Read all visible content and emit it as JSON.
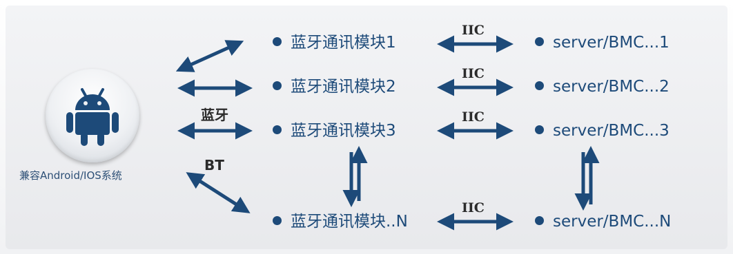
{
  "device": {
    "label": "兼容Android/IOS系统",
    "icon": "android-icon"
  },
  "link_labels": {
    "bluetooth": "蓝牙",
    "bt": "BT",
    "iic": "IIC"
  },
  "modules": [
    {
      "label": "蓝牙通讯模块1",
      "server": "server/BMC...1"
    },
    {
      "label": "蓝牙通讯模块2",
      "server": "server/BMC...2"
    },
    {
      "label": "蓝牙通讯模块3",
      "server": "server/BMC...3"
    },
    {
      "label": "蓝牙通讯模块..N",
      "server": "server/BMC...N"
    }
  ],
  "colors": {
    "arrow": "#1d4a79",
    "text": "#1d4a79",
    "label": "#2b2b2b"
  }
}
